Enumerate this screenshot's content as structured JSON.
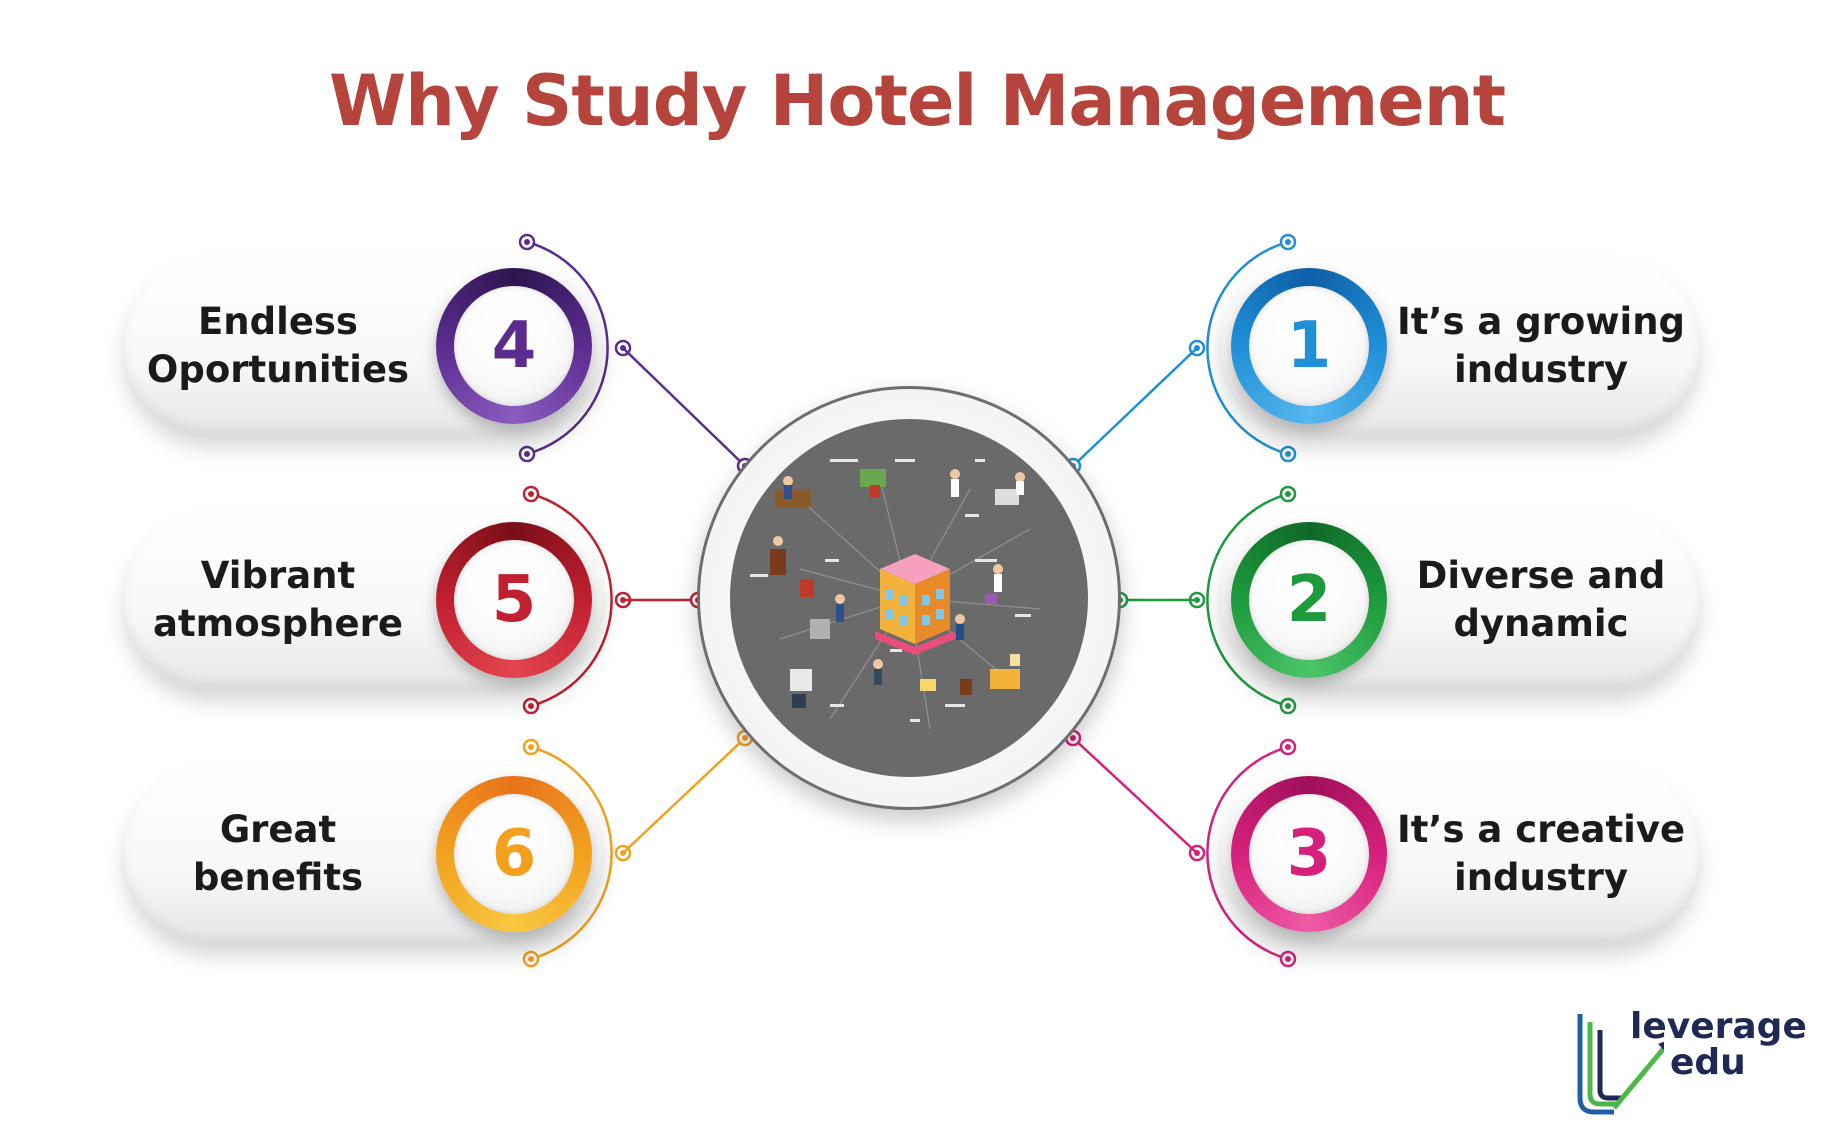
{
  "title": "Why Study Hotel Management",
  "colors": {
    "title": "#b5443c",
    "purple": "#5b2d8e",
    "red": "#c02030",
    "orange": "#f2a11f",
    "blue": "#1f8fd6",
    "green": "#1d9a3c",
    "pink": "#d6207c"
  },
  "items": [
    {
      "number": "1",
      "line1": "It’s a growing",
      "line2": "industry",
      "color": "#1f8fd6"
    },
    {
      "number": "2",
      "line1": "Diverse and",
      "line2": "dynamic",
      "color": "#1d9a3c"
    },
    {
      "number": "3",
      "line1": "It’s a creative",
      "line2": "industry",
      "color": "#d6207c"
    },
    {
      "number": "4",
      "line1": "Endless",
      "line2": "Oportunities",
      "color": "#5b2d8e"
    },
    {
      "number": "5",
      "line1": "Vibrant",
      "line2": "atmosphere",
      "color": "#c02030"
    },
    {
      "number": "6",
      "line1": "Great",
      "line2": "benefits",
      "color": "#f2a11f"
    }
  ],
  "center_image": "hotel-isometric-illustration",
  "logo": {
    "line1": "leverage",
    "line2": "edu"
  }
}
